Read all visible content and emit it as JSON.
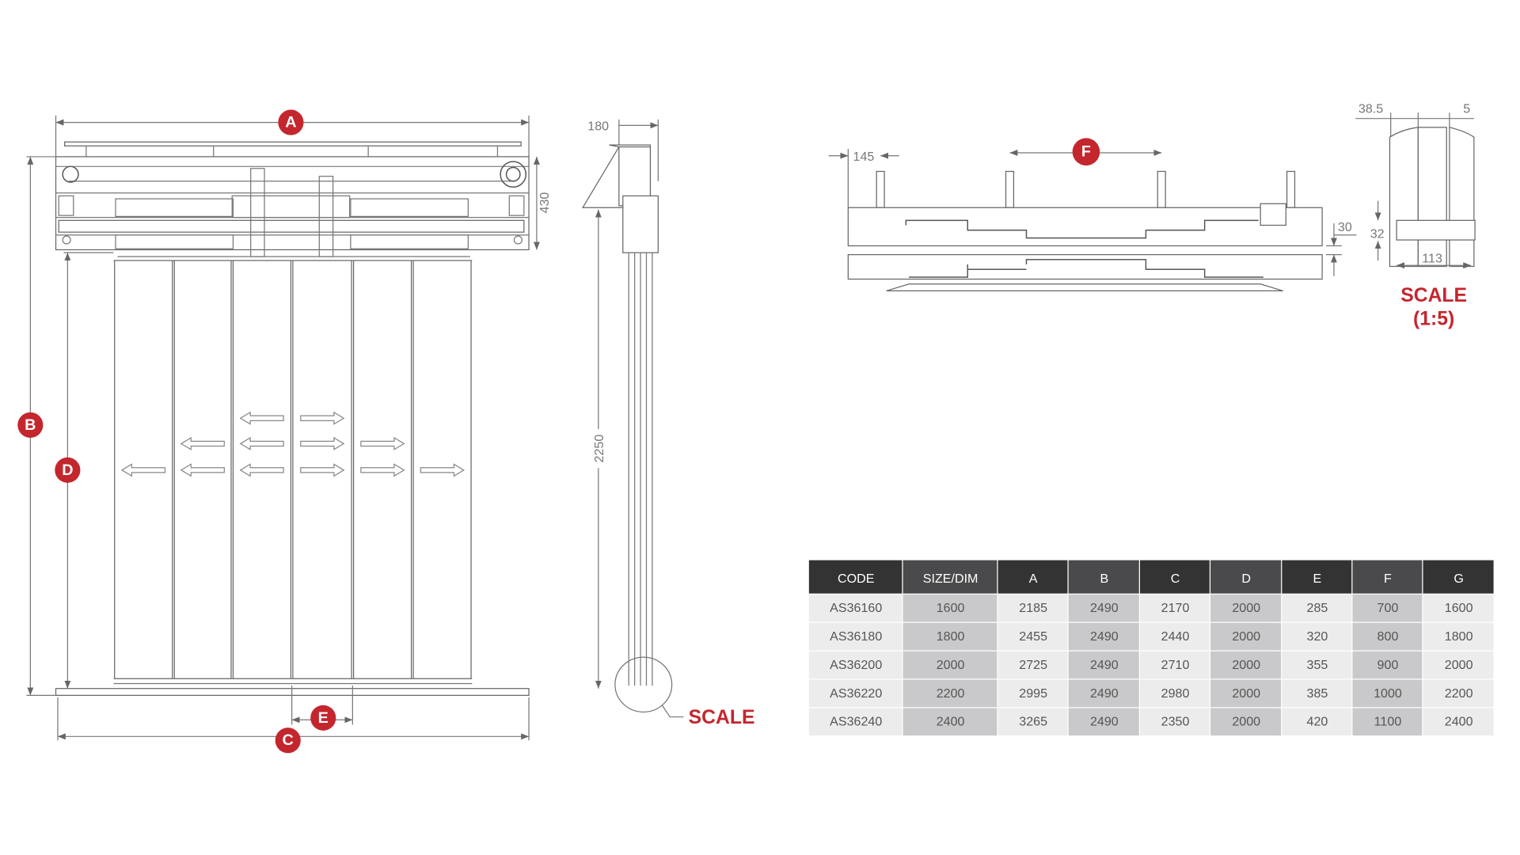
{
  "labels": {
    "A": "A",
    "B": "B",
    "C": "C",
    "D": "D",
    "E": "E",
    "F": "F"
  },
  "dimensions": {
    "side_depth": "180",
    "header_height": "430",
    "door_height": "2250",
    "bracket_offset": "145",
    "rail_gap": "30",
    "profile_a": "38.5",
    "profile_b": "5",
    "profile_height": "32",
    "profile_width": "113"
  },
  "scale_label": "SCALE",
  "detail_scale": {
    "title": "SCALE",
    "ratio": "(1:5)"
  },
  "colors": {
    "accent": "#c4262e",
    "header_dark": "#333333",
    "header_mid": "#4a4a4c",
    "cell_light": "#ececec",
    "cell_gray": "#c9c9cb"
  },
  "table": {
    "headers": [
      "CODE",
      "SIZE/DIM",
      "A",
      "B",
      "C",
      "D",
      "E",
      "F",
      "G"
    ],
    "rows": [
      [
        "AS36160",
        "1600",
        "2185",
        "2490",
        "2170",
        "2000",
        "285",
        "700",
        "1600"
      ],
      [
        "AS36180",
        "1800",
        "2455",
        "2490",
        "2440",
        "2000",
        "320",
        "800",
        "1800"
      ],
      [
        "AS36200",
        "2000",
        "2725",
        "2490",
        "2710",
        "2000",
        "355",
        "900",
        "2000"
      ],
      [
        "AS36220",
        "2200",
        "2995",
        "2490",
        "2980",
        "2000",
        "385",
        "1000",
        "2200"
      ],
      [
        "AS36240",
        "2400",
        "3265",
        "2490",
        "2350",
        "2000",
        "420",
        "1100",
        "2400"
      ]
    ]
  }
}
